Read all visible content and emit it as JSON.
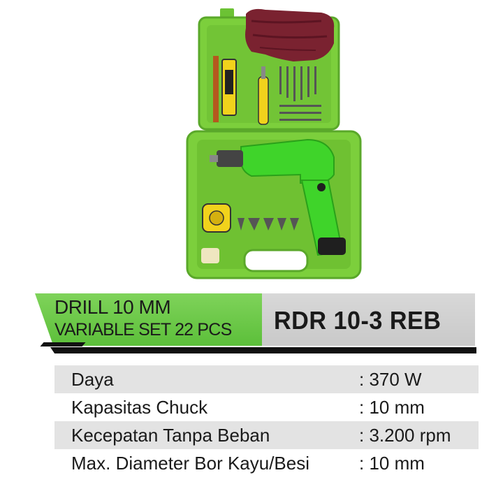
{
  "product": {
    "title_line1": "DRILL 10 MM",
    "title_line2": "VARIABLE SET 22 PCS",
    "model": "RDR 10-3 REB"
  },
  "specs": [
    {
      "label": "Daya",
      "value": ": 370 W"
    },
    {
      "label": "Kapasitas Chuck",
      "value": ": 10 mm"
    },
    {
      "label": "Kecepatan Tanpa Beban",
      "value": ": 3.200 rpm"
    },
    {
      "label": "Max. Diameter Bor Kayu/Besi",
      "value": ": 10 mm"
    }
  ],
  "colors": {
    "case_green": "#7ccf3c",
    "banner_green": "#5cbf3a",
    "banner_gray": "#cfcfcf",
    "row_shade": "#e3e3e3",
    "text": "#1a1a1a"
  }
}
